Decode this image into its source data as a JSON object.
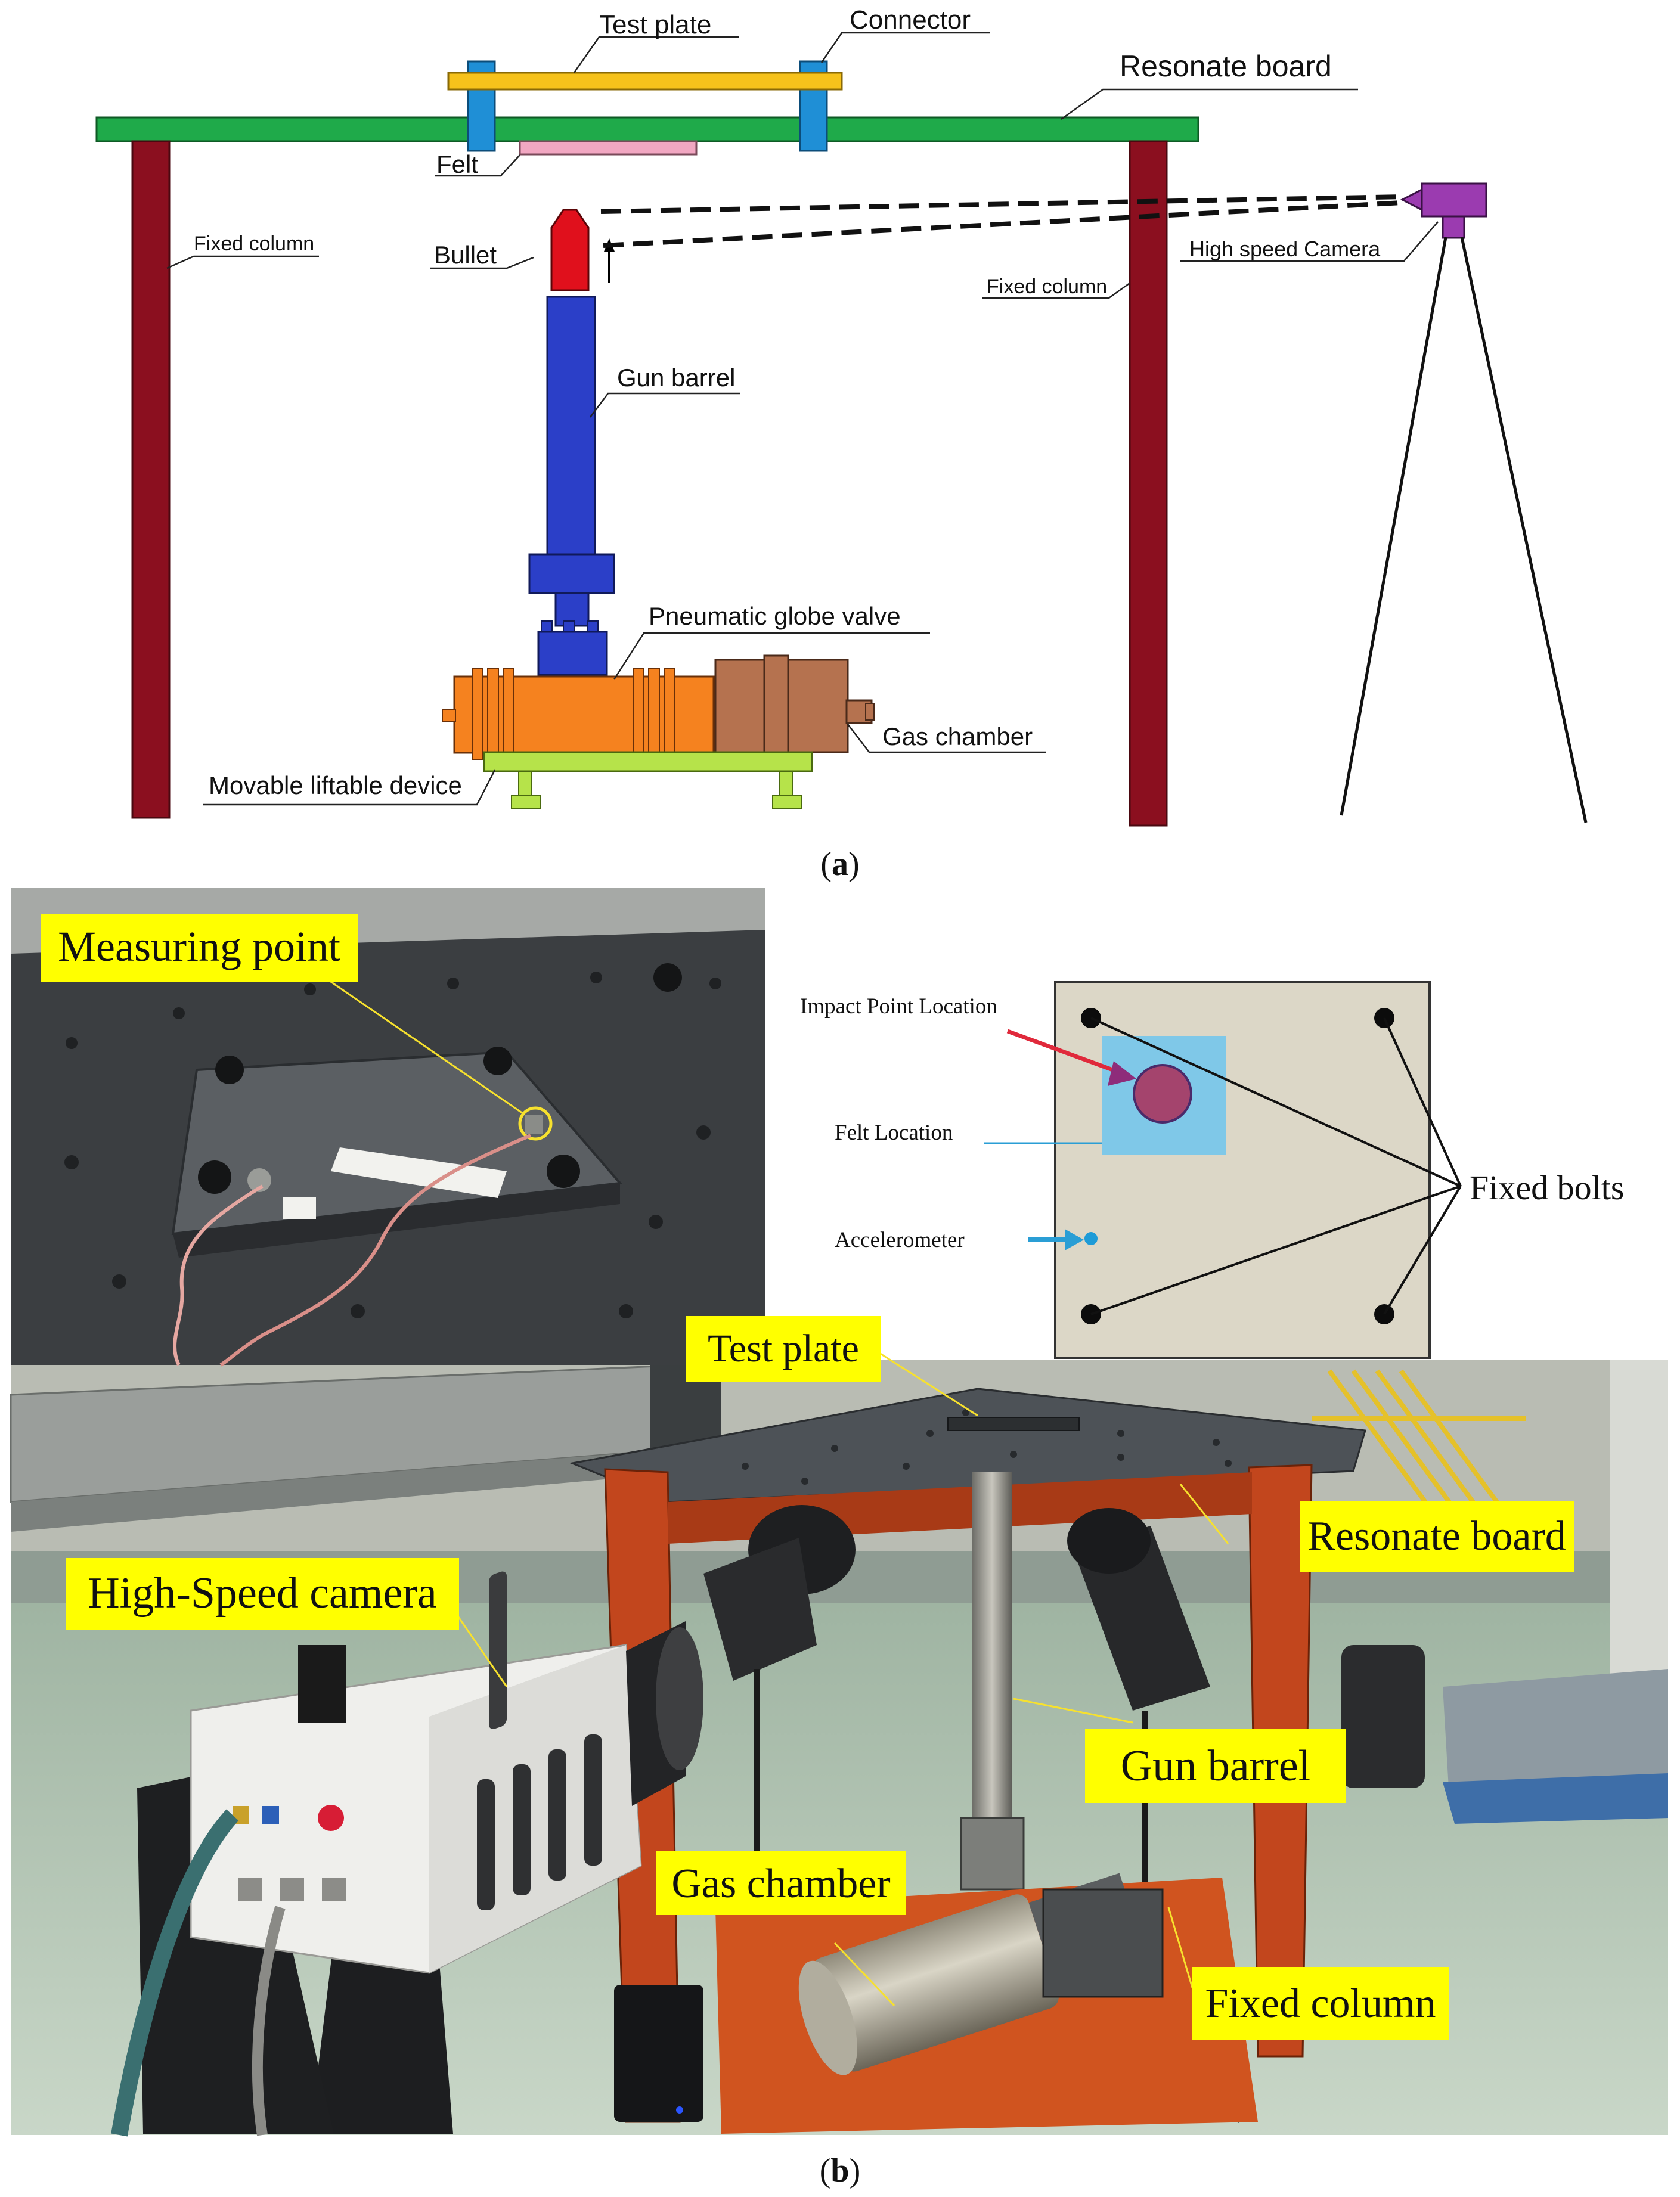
{
  "panel_a": {
    "labels": {
      "test_plate": "Test plate",
      "connector": "Connector",
      "resonate_board": "Resonate board",
      "felt": "Felt",
      "fixed_column_left": "Fixed column",
      "fixed_column_right": "Fixed column",
      "bullet": "Bullet",
      "high_speed_camera": "High speed Camera",
      "gun_barrel": "Gun barrel",
      "pneumatic_globe_valve": "Pneumatic globe valve",
      "gas_chamber": "Gas chamber",
      "movable_liftable_device": "Movable liftable device"
    },
    "caption": {
      "open": "(",
      "letter": "a",
      "close": ")"
    }
  },
  "panel_b": {
    "photo_labels": {
      "measuring_point": "Measuring point",
      "test_plate": "Test plate",
      "resonate_board": "Resonate board",
      "high_speed_camera": "High-Speed camera",
      "gun_barrel": "Gun barrel",
      "gas_chamber": "Gas  chamber",
      "fixed_column": "Fixed column"
    },
    "plate_schematic": {
      "impact_point_location": "Impact Point Location",
      "felt_location": "Felt Location",
      "accelerometer": "Accelerometer",
      "fixed_bolts": "Fixed bolts"
    },
    "caption": {
      "open": "(",
      "letter": "b",
      "close": ")"
    }
  },
  "colors": {
    "resonate_board": "#1faa4a",
    "column": "#8b0f1f",
    "test_plate": "#f6c21b",
    "connector": "#1f8fd6",
    "felt": "#f2a7c2",
    "bullet": "#e0101c",
    "gun_barrel": "#2b3fc8",
    "valve": "#f5821f",
    "gas_chamber": "#b5724f",
    "lift_device": "#b6e34a",
    "camera": "#9b3bb0",
    "label_box": "#ffff00",
    "plate_body": "#dcd7c7",
    "felt_square": "#7fc8e8",
    "impact_point": "#a4446d",
    "accelerometer": "#1e9bd7"
  }
}
